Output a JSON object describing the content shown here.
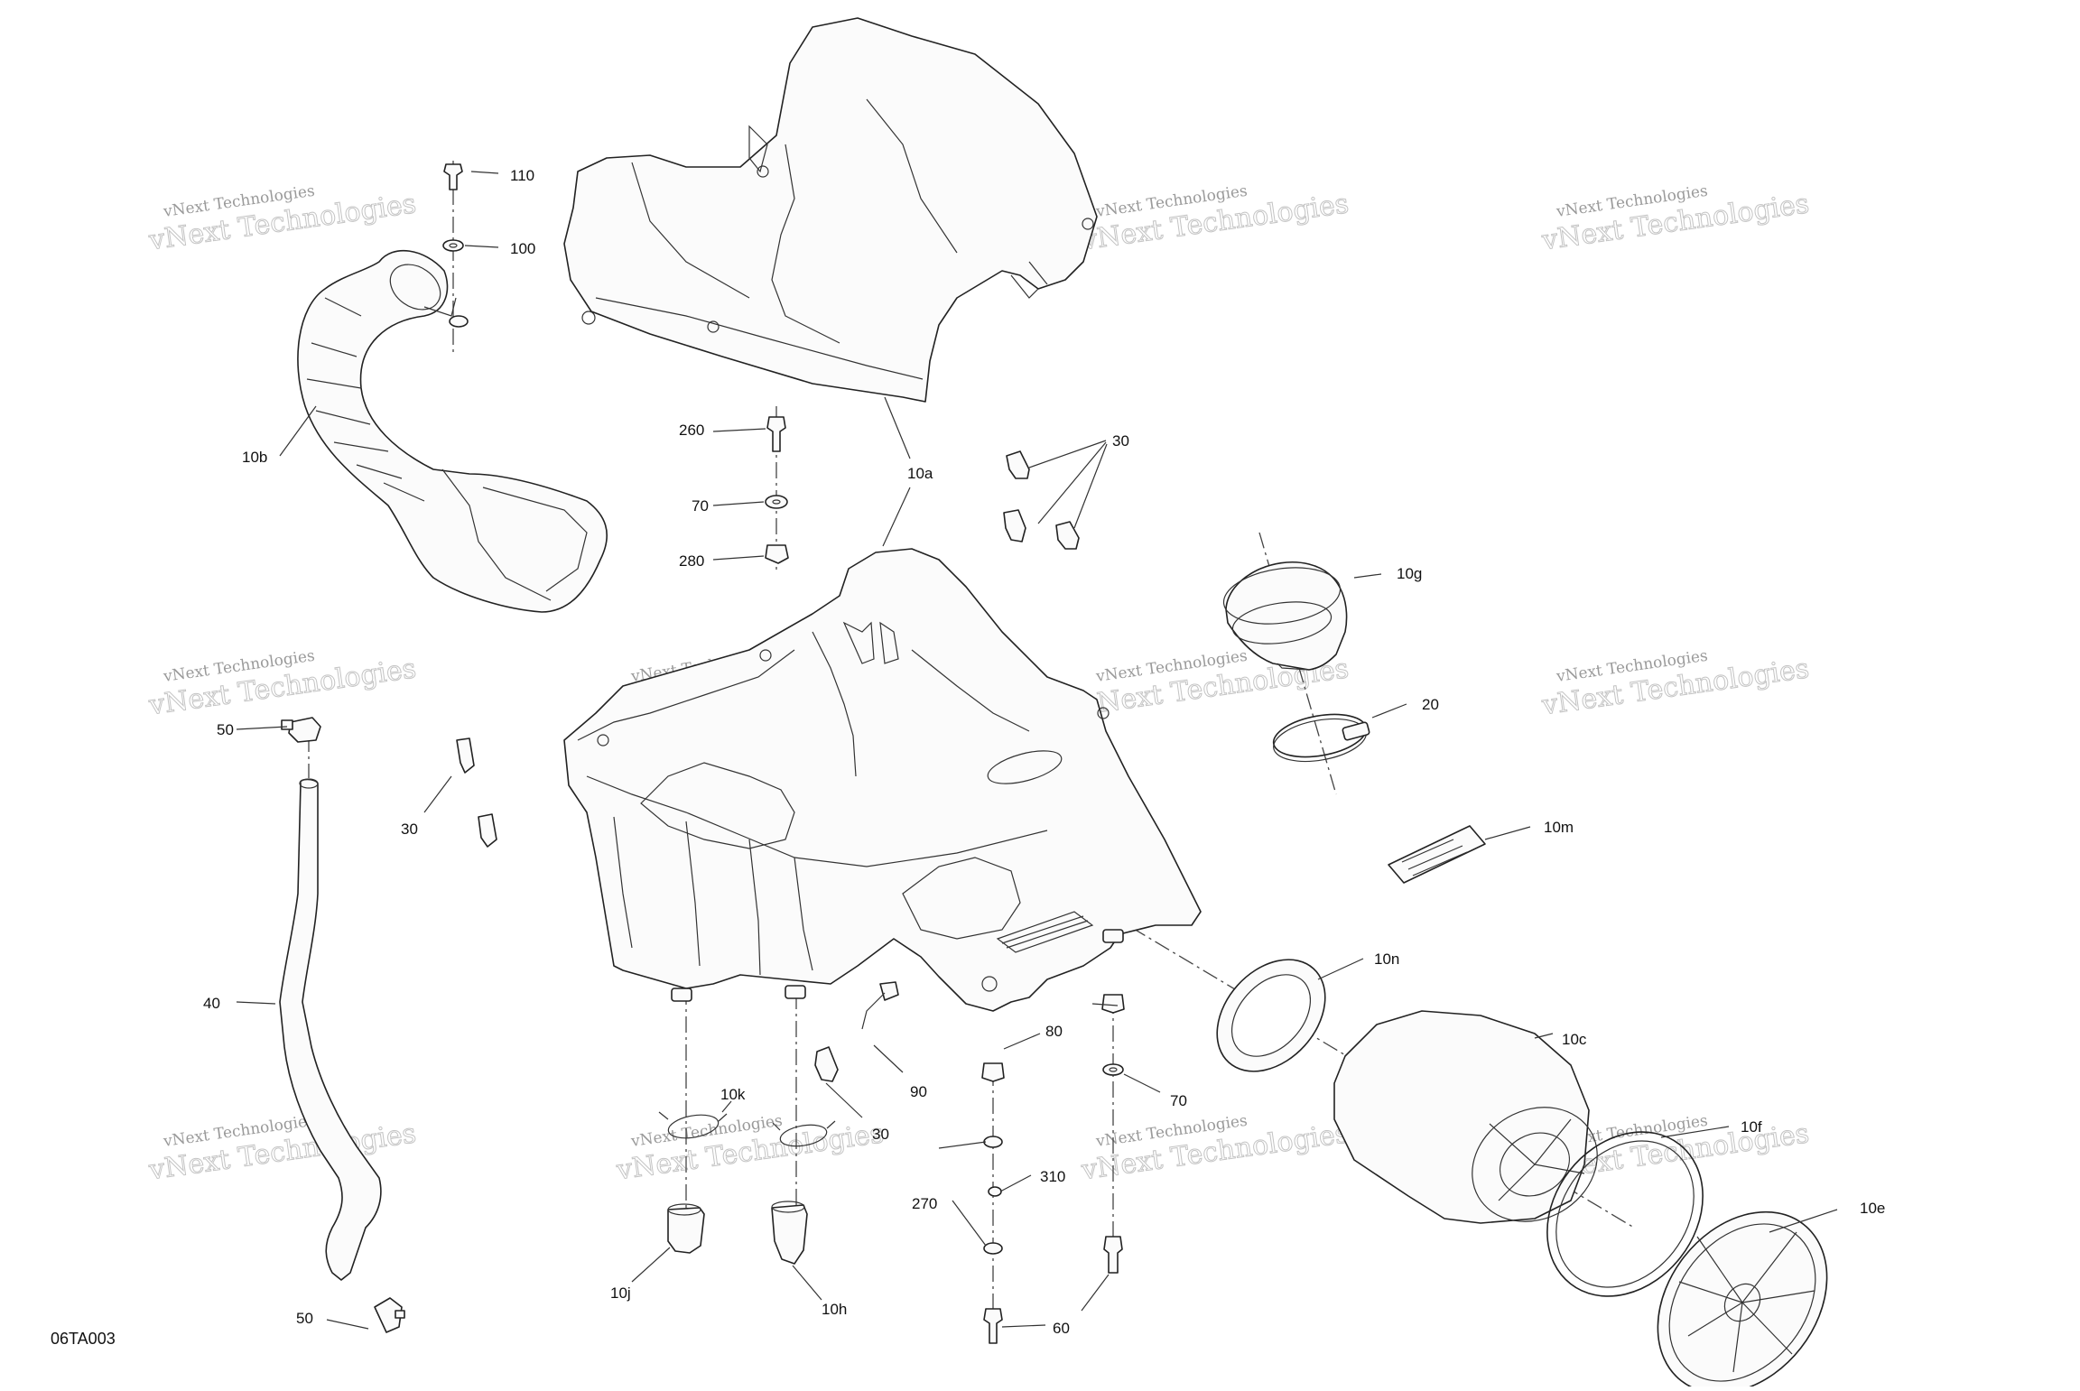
{
  "drawing_code": "06TA003",
  "watermark": {
    "line1": "vNext Technologies",
    "line2": "vNext Technologies"
  },
  "callouts": [
    {
      "id": "110",
      "label": "110"
    },
    {
      "id": "100",
      "label": "100"
    },
    {
      "id": "10b",
      "label": "10b"
    },
    {
      "id": "260",
      "label": "260"
    },
    {
      "id": "10a",
      "label": "10a"
    },
    {
      "id": "30_top",
      "label": "30"
    },
    {
      "id": "70_top",
      "label": "70"
    },
    {
      "id": "280",
      "label": "280"
    },
    {
      "id": "10g",
      "label": "10g"
    },
    {
      "id": "50_top",
      "label": "50"
    },
    {
      "id": "20",
      "label": "20"
    },
    {
      "id": "30_left",
      "label": "30"
    },
    {
      "id": "10m",
      "label": "10m"
    },
    {
      "id": "10n",
      "label": "10n"
    },
    {
      "id": "40",
      "label": "40"
    },
    {
      "id": "80",
      "label": "80"
    },
    {
      "id": "10c",
      "label": "10c"
    },
    {
      "id": "90",
      "label": "90"
    },
    {
      "id": "70_bottom",
      "label": "70"
    },
    {
      "id": "10k",
      "label": "10k"
    },
    {
      "id": "30_mid",
      "label": "30"
    },
    {
      "id": "10f",
      "label": "10f"
    },
    {
      "id": "310",
      "label": "310"
    },
    {
      "id": "270",
      "label": "270"
    },
    {
      "id": "10e",
      "label": "10e"
    },
    {
      "id": "10j",
      "label": "10j"
    },
    {
      "id": "10h",
      "label": "10h"
    },
    {
      "id": "60",
      "label": "60"
    },
    {
      "id": "50_bottom",
      "label": "50"
    }
  ]
}
